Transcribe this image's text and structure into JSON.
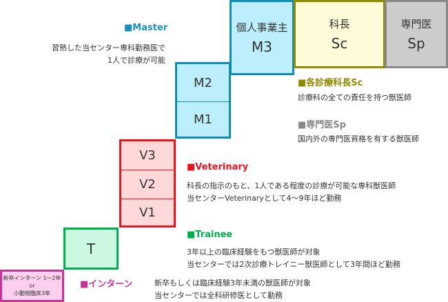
{
  "levels": {
    "m3": {
      "label": "個人事業主",
      "code": "M3"
    },
    "sc": {
      "label": "科長",
      "code": "Sc"
    },
    "sp": {
      "label": "専門医",
      "code": "Sp"
    },
    "m2": "M2",
    "m1": "M1",
    "v3": "V3",
    "v2": "V2",
    "v1": "V1",
    "t": "T",
    "intern": {
      "line1": "新卒インターン 1〜2年",
      "line2": "or",
      "line3": "小動物臨床3年"
    }
  },
  "descriptions": {
    "master": {
      "title": "■Master",
      "lines": [
        "習熟した当センター専科勤務医で",
        "1人で診療が可能"
      ]
    },
    "sc": {
      "title": "■各診療科長Sc",
      "lines": [
        "診療科の全ての責任を持つ獣医師"
      ]
    },
    "sp": {
      "title": "■専門医Sp",
      "lines": [
        "国内外の専門医資格を有する獣医師"
      ]
    },
    "veterinary": {
      "title": "■Veterinary",
      "lines": [
        "科長の指示のもと、1人である程度の診療が可能な専科獣医師",
        "当センターVeterinaryとして4〜9年ほど勤務"
      ]
    },
    "trainee": {
      "title": "■Trainee",
      "lines": [
        "3年以上の臨床経験をもつ獣医師が対象",
        "当センターでは2次診療トレイニー獣医師として3年間ほど勤務"
      ]
    },
    "intern": {
      "title": "■インターン",
      "lines": [
        "新卒もしくは臨床経験3年未満の獣医師が対象",
        "当センターでは全科研修医として勤務"
      ]
    }
  },
  "colors": {
    "master": "#1a8fc0",
    "sc": "#8f8a00",
    "sp": "#888888",
    "veterinary": "#e8141e",
    "trainee": "#00b050",
    "intern": "#c8339a"
  }
}
